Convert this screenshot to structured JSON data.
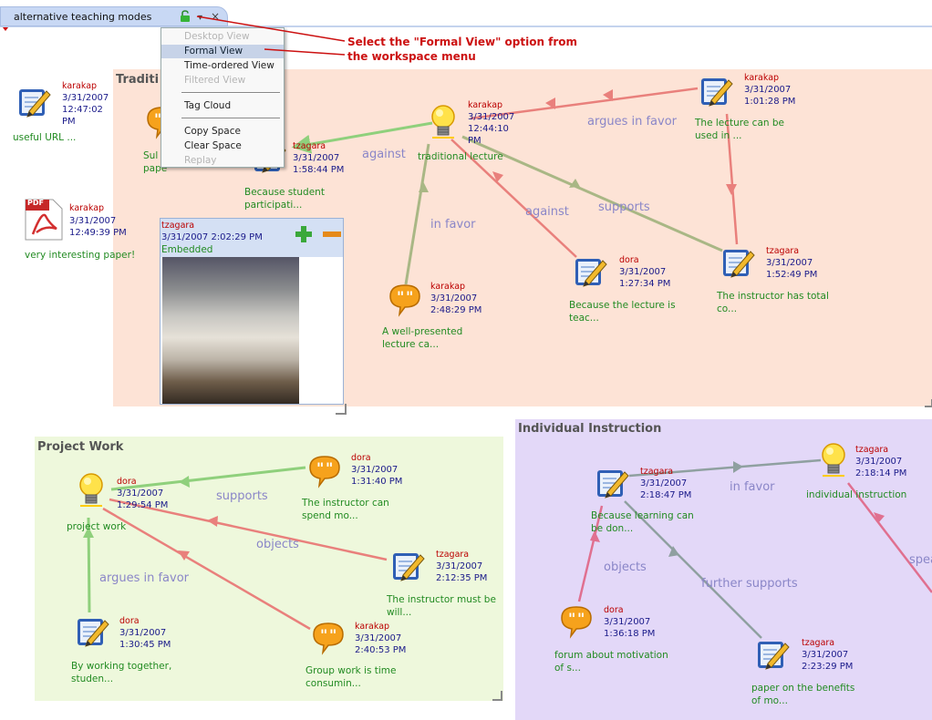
{
  "tab": {
    "title": "alternative teaching modes",
    "dropdown": "▾",
    "close": "×"
  },
  "menu": {
    "items": [
      {
        "label": "Desktop View",
        "disabled": true
      },
      {
        "label": "Formal View",
        "selected": true
      },
      {
        "label": "Time-ordered View"
      },
      {
        "label": "Filtered View",
        "disabled": true
      },
      {
        "label": "Tag Cloud"
      },
      {
        "label": "Copy Space"
      },
      {
        "label": "Clear Space"
      },
      {
        "label": "Replay",
        "disabled": true
      }
    ]
  },
  "callout": "Select the \"Formal View\" option from\nthe workspace menu",
  "loose": {
    "url": {
      "author": "karakap",
      "date": "3/31/2007",
      "time": "12:47:02",
      "ampm": "PM",
      "label": "useful URL ..."
    },
    "pdf": {
      "author": "karakap",
      "date": "3/31/2007",
      "time": "12:49:39 PM",
      "label": "very interesting paper!",
      "badge": "PDF"
    }
  },
  "spaces": {
    "traditional": {
      "title": "Traditi",
      "color": "#fde3d6"
    },
    "project": {
      "title": "Project Work",
      "color": "#eef8dc"
    },
    "individual": {
      "title": "Individual Instruction",
      "color": "#e3d8f8"
    }
  },
  "trad": {
    "hidden": {
      "label1": "Sul",
      "label2": "pape"
    },
    "t1": {
      "author": "tzagara",
      "date": "3/31/2007",
      "time": "1:58:44 PM",
      "label1": "Because student",
      "label2": "participati..."
    },
    "t2": {
      "author": "karakap",
      "date": "3/31/2007",
      "time": "12:44:10",
      "ampm": "PM",
      "label": "traditional lecture"
    },
    "t3": {
      "author": "karakap",
      "date": "3/31/2007",
      "time": "1:01:28 PM",
      "label1": "The lecture can be",
      "label2": "used in ..."
    },
    "t4": {
      "author": "dora",
      "date": "3/31/2007",
      "time": "1:27:34 PM",
      "label1": "Because the lecture is",
      "label2": "teac..."
    },
    "t5": {
      "author": "tzagara",
      "date": "3/31/2007",
      "time": "1:52:49 PM",
      "label1": "The instructor has total",
      "label2": "co..."
    },
    "t6": {
      "author": "karakap",
      "date": "3/31/2007",
      "time": "2:48:29 PM",
      "label1": "A well-presented",
      "label2": "lecture ca..."
    },
    "rels": {
      "against1": "against",
      "in_favor_top": "argues in favor",
      "in_favor": "in favor",
      "against2": "against",
      "supports": "supports"
    },
    "media": {
      "author": "tzagara",
      "date": "3/31/2007 2:02:29 PM",
      "caption": "Embedded"
    }
  },
  "proj": {
    "p1": {
      "author": "dora",
      "date": "3/31/2007",
      "time": "1:29:54 PM",
      "label": "project work"
    },
    "p2": {
      "author": "dora",
      "date": "3/31/2007",
      "time": "1:31:40 PM",
      "label1": "The instructor can",
      "label2": "spend mo..."
    },
    "p3": {
      "author": "tzagara",
      "date": "3/31/2007",
      "time": "2:12:35 PM",
      "label1": "The instructor must be",
      "label2": "will..."
    },
    "p4": {
      "author": "dora",
      "date": "3/31/2007",
      "time": "1:30:45 PM",
      "label1": "By working together,",
      "label2": "studen..."
    },
    "p5": {
      "author": "karakap",
      "date": "3/31/2007",
      "time": "2:40:53 PM",
      "label1": "Group work is time",
      "label2": "consumin..."
    },
    "rels": {
      "supports": "supports",
      "objects": "objects",
      "argues": "argues in favor"
    }
  },
  "ind": {
    "i1": {
      "author": "tzagara",
      "date": "3/31/2007",
      "time": "2:18:47 PM",
      "label1": "Because learning can",
      "label2": "be don..."
    },
    "i2": {
      "author": "tzagara",
      "date": "3/31/2007",
      "time": "2:18:14 PM",
      "label": "individual instruction"
    },
    "i3": {
      "author": "dora",
      "date": "3/31/2007",
      "time": "1:36:18 PM",
      "label1": "forum about motivation",
      "label2": "of s..."
    },
    "i4": {
      "author": "tzagara",
      "date": "3/31/2007",
      "time": "2:23:29 PM",
      "label1": "paper on the benefits",
      "label2": "of mo..."
    },
    "rels": {
      "in_favor": "in favor",
      "objects": "objects",
      "further": "further supports",
      "spea": "spea"
    }
  }
}
